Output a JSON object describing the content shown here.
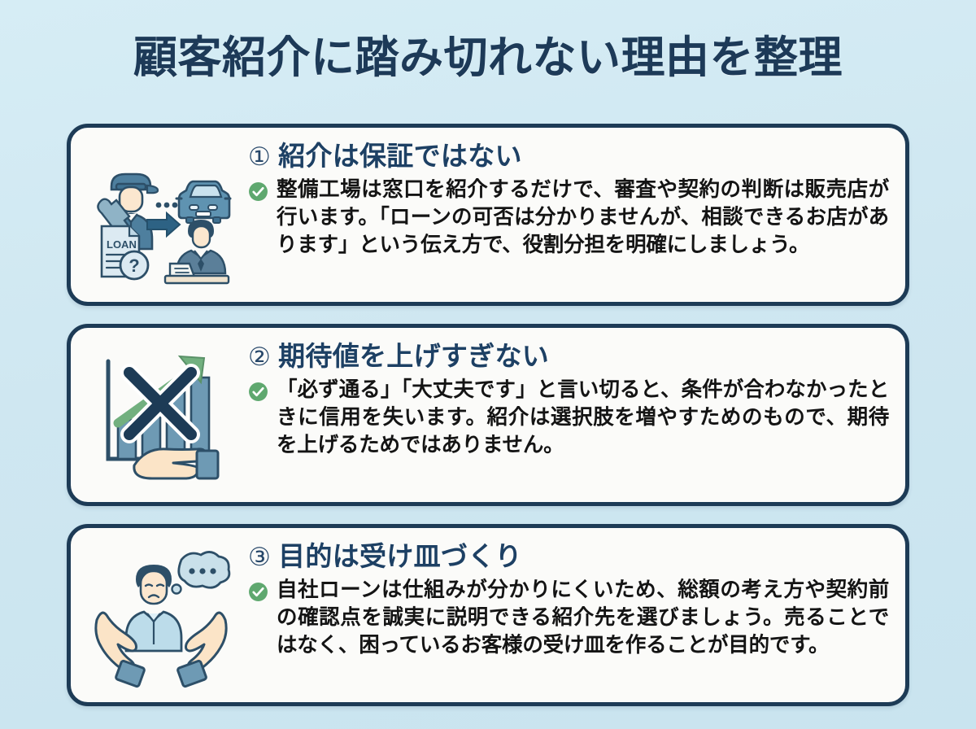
{
  "page": {
    "title": "顧客紹介に踏み切れない理由を整理",
    "background_color": "#cfe7f1",
    "accent_color": "#1d3b56",
    "heading_color": "#1d4064",
    "check_color": "#5fa86f"
  },
  "cards": [
    {
      "number": "①",
      "heading": "紹介は保証ではない",
      "check_icon": "check-circle-icon",
      "text": "整備工場は窓口を紹介するだけで、審査や契約の判断は販売店が行います。「ローンの可否は分かりませんが、相談できるお店があります」という伝え方で、役割分担を明確にしましょう。",
      "illustration": {
        "name": "mechanic-referral-illustration",
        "elements": [
          "mechanic-with-wrench-icon",
          "car-front-icon",
          "dots-icon",
          "loan-document-icon",
          "question-mark-icon",
          "arrow-right-icon",
          "salesperson-at-desk-icon"
        ],
        "document_label": "LOAN",
        "question_label": "?"
      }
    },
    {
      "number": "②",
      "heading": "期待値を上げすぎない",
      "check_icon": "check-circle-icon",
      "text": "「必ず通る」「大丈夫です」と言い切ると、条件が合わなかったときに信用を失います。紹介は選択肢を増やすためのもので、期待を上げるためではありません。",
      "illustration": {
        "name": "overpromise-warning-illustration",
        "elements": [
          "bar-chart-icon",
          "rising-arrow-icon",
          "cross-mark-icon",
          "open-hand-icon"
        ],
        "document_label": "",
        "question_label": ""
      }
    },
    {
      "number": "③",
      "heading": "目的は受け皿づくり",
      "check_icon": "check-circle-icon",
      "text": "自社ローンは仕組みが分かりにくいため、総額の考え方や契約前の確認点を誠実に説明できる紹介先を選びましょう。売ることではなく、困っているお客様の受け皿を作ることが目的です。",
      "illustration": {
        "name": "supporting-customer-illustration",
        "elements": [
          "worried-person-icon",
          "thought-bubble-icon",
          "two-open-hands-icon"
        ],
        "document_label": "",
        "question_label": ""
      }
    }
  ]
}
